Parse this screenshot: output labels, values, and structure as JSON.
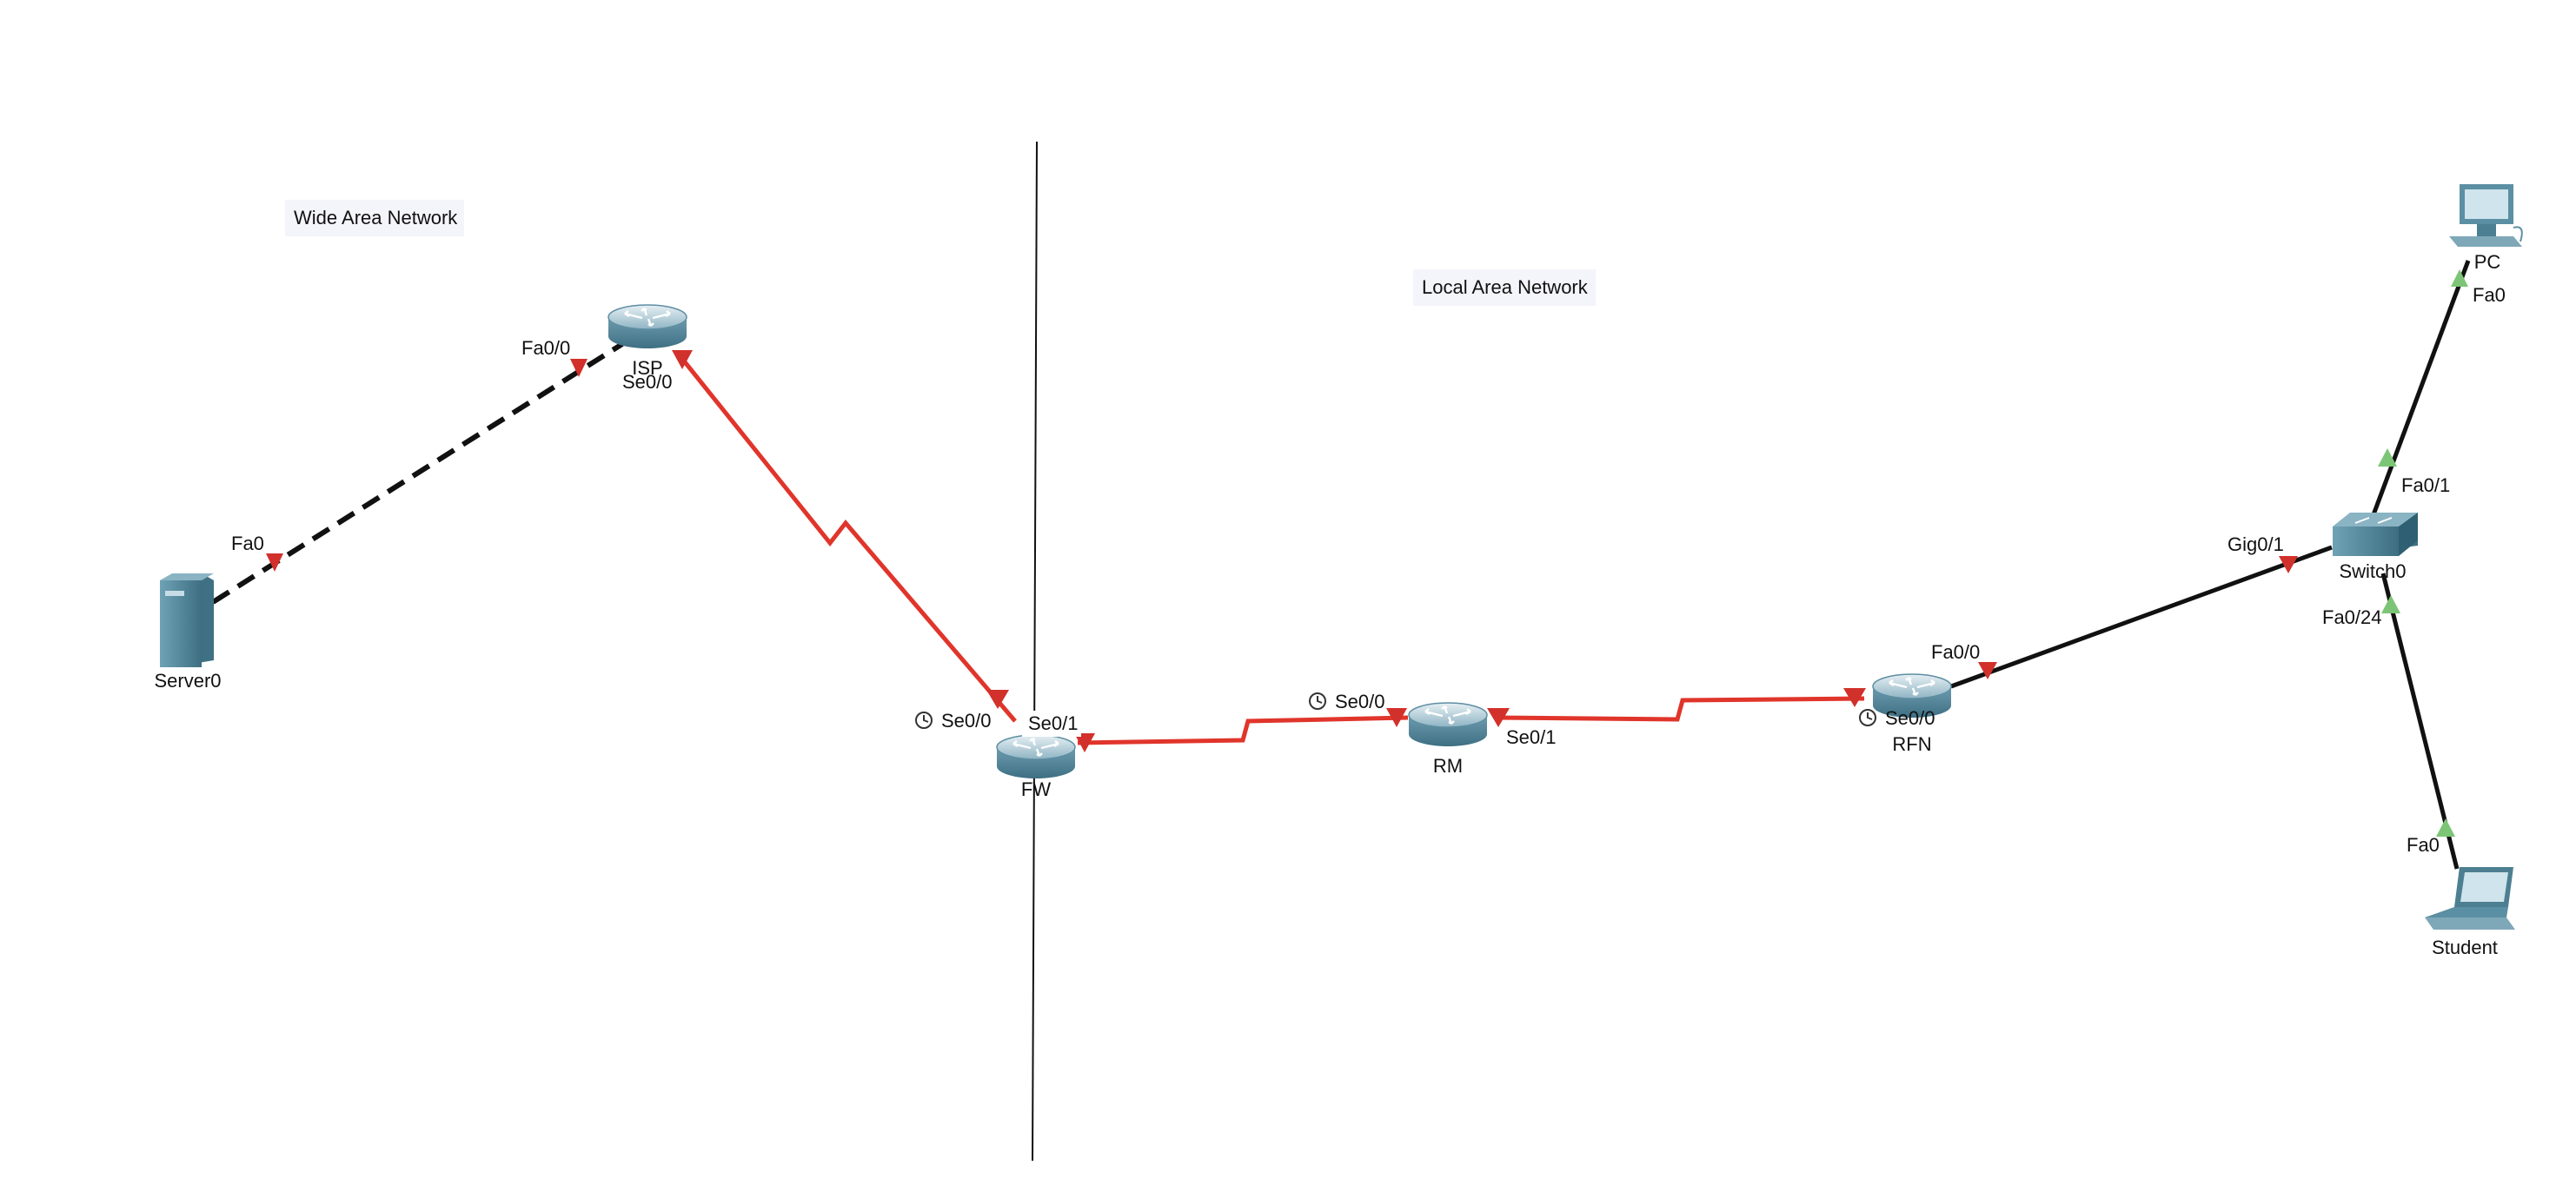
{
  "colors": {
    "serial_link": "#e0352b",
    "ethernet_link": "#111111",
    "port_down": "#d1312a",
    "port_up": "#7cc576",
    "device": "#5b8fa3",
    "area_box": "#f4f4fb"
  },
  "areas": {
    "wan": "Wide Area Network",
    "lan": "Local Area Network"
  },
  "devices": {
    "isp": "ISP",
    "server0": "Server0",
    "fw": "FW",
    "rm": "RM",
    "rfn": "RFN",
    "switch0": "Switch0",
    "pc": "PC",
    "student": "Student"
  },
  "ports": {
    "isp_fa00": "Fa0/0",
    "isp_se00": "Se0/0",
    "server0_fa0": "Fa0",
    "fw_se00": "Se0/0",
    "fw_se01": "Se0/1",
    "rm_se00": "Se0/0",
    "rm_se01": "Se0/1",
    "rfn_se00": "Se0/0",
    "rfn_fa00": "Fa0/0",
    "switch_gig01": "Gig0/1",
    "switch_fa01": "Fa0/1",
    "switch_fa024": "Fa0/24",
    "pc_fa0": "Fa0",
    "student_fa0": "Fa0"
  },
  "icons": {
    "router": "router-icon",
    "server": "server-icon",
    "switch": "switch-icon",
    "pc": "desktop-pc-icon",
    "laptop": "laptop-icon",
    "clock": "clock-icon"
  }
}
